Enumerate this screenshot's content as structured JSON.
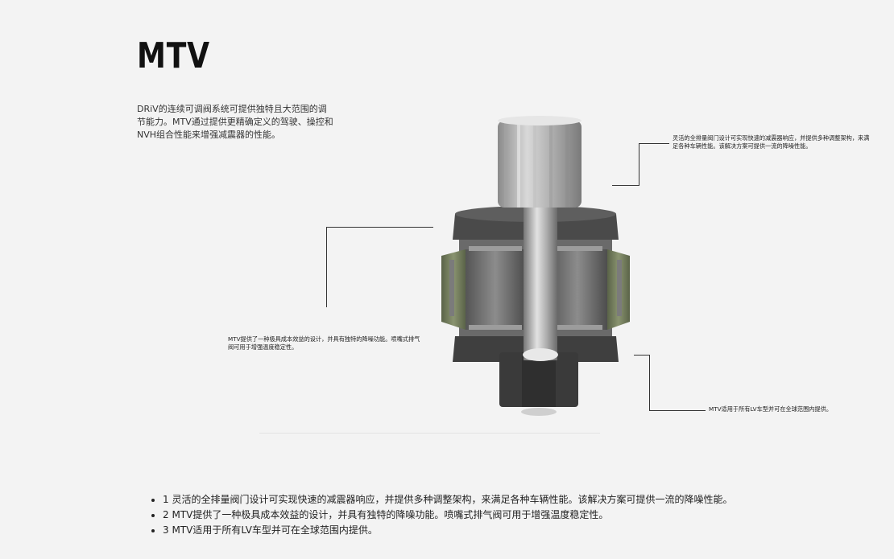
{
  "page": {
    "title": "MTV",
    "intro": "DRiV的连续可调阀系统可提供独特且大范围的调节能力。MTV通过提供更精确定义的驾驶、操控和NVH组合性能来增强减震器的性能。"
  },
  "callouts": [
    {
      "text": "灵活的全排量阀门设计可实现快速的减震器响应，并提供多种调整架构，来满足各种车辆性能。该解决方案可提供一流的降噪性能。"
    },
    {
      "text": "MTV提供了一种极具成本效益的设计，并具有独特的降噪功能。喷嘴式排气阀可用于增强温度稳定性。"
    },
    {
      "text": "MTV适用于所有LV车型并可在全球范围内提供。"
    }
  ],
  "features": [
    {
      "text": "1 灵活的全排量阀门设计可实现快速的减震器响应，并提供多种调整架构，来满足各种车辆性能。该解决方案可提供一流的降噪性能。"
    },
    {
      "text": "2 MTV提供了一种极具成本效益的设计，并具有独特的降噪功能。喷嘴式排气阀可用于增强温度稳定性。"
    },
    {
      "text": "3 MTV适用于所有LV车型并可在全球范围内提供。"
    }
  ],
  "colors": {
    "background": "#f3f3f3",
    "text": "#222222",
    "leader": "#333333",
    "metal_dark": "#4a4a4a",
    "coil_green": "#6f7a5e"
  },
  "product_image": {
    "icon": "mtv-valve-cutaway-image"
  }
}
